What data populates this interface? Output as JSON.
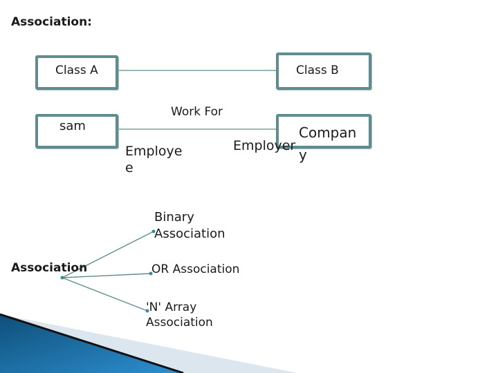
{
  "slide_title": "Association:",
  "uml": {
    "class_a": "Class A",
    "class_b": "Class B",
    "left_instance": "sam",
    "right_instance": "Compan y",
    "association_name": "Work For",
    "left_role": "Employe e",
    "right_role": "Employer"
  },
  "tree": {
    "root": "Association",
    "branches": [
      "Binary Association",
      "OR Association",
      "'N' Array Association"
    ]
  },
  "colors": {
    "box_border": "#5f8d8f",
    "line": "#5f8d8f",
    "node": "#3d8a90",
    "decor_blue": "#1f6fa8",
    "decor_light": "#dbe6ee"
  }
}
